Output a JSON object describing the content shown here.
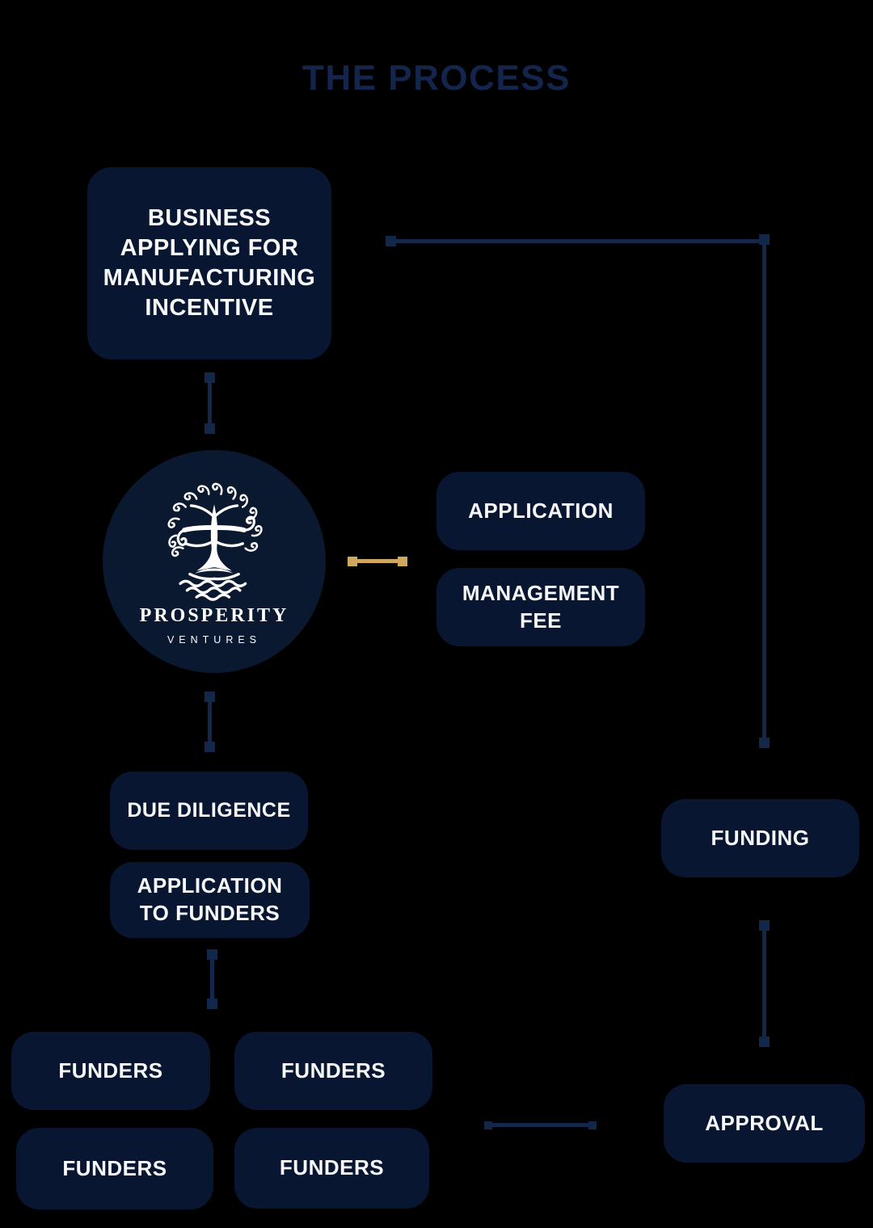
{
  "title": "THE PROCESS",
  "logo": {
    "icon": "tree-of-life-icon",
    "name": "PROSPERITY",
    "tagline": "VENTURES"
  },
  "nodes": {
    "business": "BUSINESS APPLYING FOR MANUFACTURING INCENTIVE",
    "application": "APPLICATION",
    "management_fee": "MANAGEMENT FEE",
    "due_diligence": "DUE DILIGENCE",
    "application_to_funders": "APPLICATION TO FUNDERS",
    "funders": [
      "FUNDERS",
      "FUNDERS",
      "FUNDERS",
      "FUNDERS"
    ],
    "funding": "FUNDING",
    "approval": "APPROVAL"
  },
  "colors": {
    "background": "#000000",
    "node_fill": "#081631",
    "connector": "#13274B",
    "accent_gold": "#CFA85F",
    "title_text": "#13254D",
    "node_text": "#F6F8FA"
  }
}
